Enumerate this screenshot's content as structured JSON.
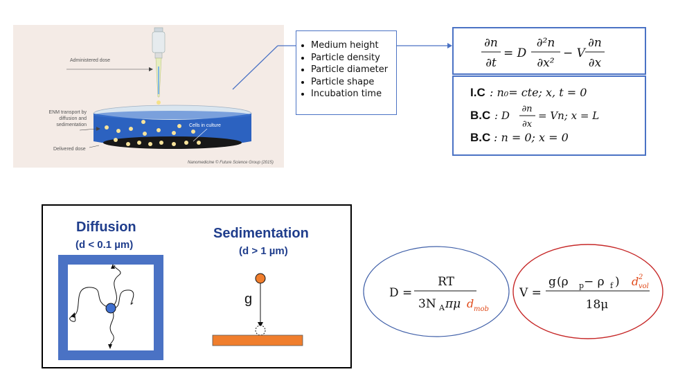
{
  "figure": {
    "labels": {
      "administered_dose": "Administered dose",
      "enm_transport": [
        "ENM transport by",
        "diffusion and",
        "sedimentation"
      ],
      "cells_in_culture": "Cells in culture",
      "delivered_dose": "Delivered dose",
      "credit": "Nanomedicine © Future Science Group (2015)"
    }
  },
  "parameters": [
    "Medium height",
    "Particle density",
    "Particle diameter",
    "Particle shape",
    "Incubation time"
  ],
  "equation": {
    "lhs_num": "∂n",
    "lhs_den": "∂t",
    "eq": "= D",
    "d2_num": "∂²n",
    "d2_den": "∂x²",
    "minus_v": "− V",
    "d1_num": "∂n",
    "d1_den": "∂x"
  },
  "conditions": {
    "ic_label": "I.C",
    "ic_text": ":  n₀=  cte;  x, t = 0",
    "bc1_label": "B.C",
    "bc1_pre": ": D",
    "bc1_num": "∂n",
    "bc1_den": "∂x",
    "bc1_post": "= Vn;  x  =  L",
    "bc2_label": "B.C",
    "bc2_text": ": n = 0;  x = 0"
  },
  "diffusion": {
    "title": "Diffusion",
    "subtitle": "(d < 0.1 µm)"
  },
  "sedimentation": {
    "title": "Sedimentation",
    "subtitle": "(d > 1 µm)",
    "g_label": "g"
  },
  "formula_d": {
    "lhs": "D =",
    "num": "RT",
    "den": "3N",
    "den_sub": "A",
    "den_tail": "πμ",
    "d_mob": "d",
    "d_mob_sub": "mob"
  },
  "formula_v": {
    "lhs": "V =",
    "num_pre": "g",
    "num_paren": "(ρ",
    "rho_p_sub": "p",
    "minus": " − ρ",
    "rho_f_sub": "f",
    "close": ")",
    "d_vol": "d",
    "d_vol_sup": "2",
    "d_vol_sub": "vol",
    "den": "18μ"
  },
  "colors": {
    "blue": "#4a72c4",
    "dark_blue": "#1f3d8c",
    "orange": "#f07e2d",
    "red_ellipse": "#c62828",
    "ellipse_blue": "#3f5fa8",
    "mob_red": "#e04a1a"
  }
}
